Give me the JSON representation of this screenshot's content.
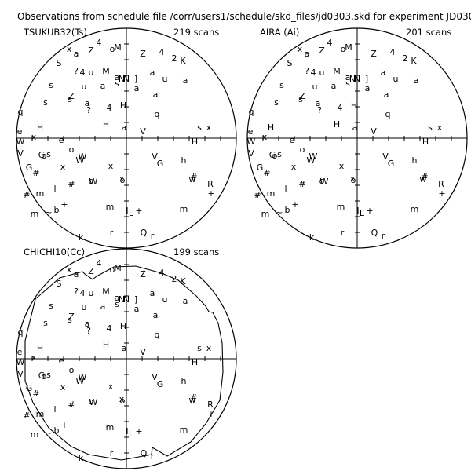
{
  "title": "Observations from schedule file /corr/users1/schedule/skd_files/jd0303.skd for experiment JD030",
  "colors": {
    "ink": "#000000",
    "background": "#ffffff"
  },
  "plots": [
    {
      "station": "TSUKUB32(Ts)",
      "scans": "219 scans",
      "mask": false,
      "symbols": [
        "x",
        "a",
        "Z",
        "4",
        "o",
        "M",
        "Z",
        "4",
        "2",
        "K",
        "S",
        "?",
        "4",
        "u",
        "M",
        "a",
        "N",
        "N",
        "]",
        "a",
        "u",
        "a",
        "s",
        "Z",
        "u",
        "a",
        "s",
        "a",
        "a",
        "?",
        "4",
        "H",
        "q",
        "s",
        "s",
        "a",
        "e",
        "H",
        "H",
        "q",
        "a",
        "V",
        "s",
        "x",
        "W",
        "x",
        "e",
        "o",
        "W",
        "V",
        "G",
        "s",
        "o",
        "G",
        "x",
        "W",
        "x",
        "V",
        "G",
        "h",
        "H",
        "#",
        "W",
        "o",
        "x",
        "o",
        "#",
        "R",
        "#",
        "m",
        "l",
        "#",
        "w",
        "m",
        "~",
        "b",
        "+",
        "m",
        "l",
        "L",
        "+",
        "m",
        "+",
        "k",
        "r",
        "Q",
        "r"
      ]
    },
    {
      "station": "AIRA (Ai)",
      "scans": "201 scans",
      "mask": false,
      "symbols": [
        "x",
        "a",
        "Z",
        "4",
        "o",
        "M",
        "Z",
        "4",
        "2",
        "K",
        "S",
        "?",
        "4",
        "u",
        "M",
        "a",
        "N",
        "N",
        "]",
        "a",
        "u",
        "a",
        "s",
        "Z",
        "u",
        "a",
        "s",
        "a",
        "a",
        "?",
        "4",
        "H",
        "q",
        "s",
        "s",
        "a",
        "e",
        "H",
        "H",
        "q",
        "a",
        "V",
        "s",
        "x",
        "W",
        "x",
        "e",
        "o",
        "W",
        "V",
        "G",
        "s",
        "o",
        "G",
        "x",
        "W",
        "x",
        "V",
        "G",
        "h",
        "H",
        "#",
        "W",
        "o",
        "x",
        "o",
        "#",
        "R",
        "#",
        "m",
        "l",
        "#",
        "w",
        "m",
        "~",
        "b",
        "+",
        "m",
        "l",
        "L",
        "+",
        "m",
        "+",
        "k",
        "r",
        "Q",
        "r"
      ]
    },
    {
      "station": "CHICHI10(Cc)",
      "scans": "199 scans",
      "mask": true,
      "symbols": [
        "x",
        "a",
        "Z",
        "4",
        "o",
        "M",
        "Z",
        "4",
        "2",
        "K",
        "S",
        "?",
        "4",
        "u",
        "M",
        "a",
        "N",
        "N",
        "]",
        "a",
        "u",
        "a",
        "s",
        "Z",
        "u",
        "a",
        "s",
        "a",
        "a",
        "?",
        "4",
        "H",
        "q",
        "s",
        "s",
        "a",
        "e",
        "H",
        "H",
        "q",
        "a",
        "V",
        "s",
        "x",
        "W",
        "x",
        "e",
        "o",
        "W",
        "V",
        "G",
        "s",
        "o",
        "G",
        "x",
        "W",
        "x",
        "V",
        "G",
        "h",
        "H",
        "#",
        "W",
        "o",
        "x",
        "o",
        "#",
        "R",
        "#",
        "m",
        "l",
        "#",
        "w",
        "m",
        "~",
        "b",
        "+",
        "m",
        "l",
        "L",
        "+",
        "m",
        "+",
        "k",
        "r",
        "Q",
        "r"
      ]
    }
  ]
}
